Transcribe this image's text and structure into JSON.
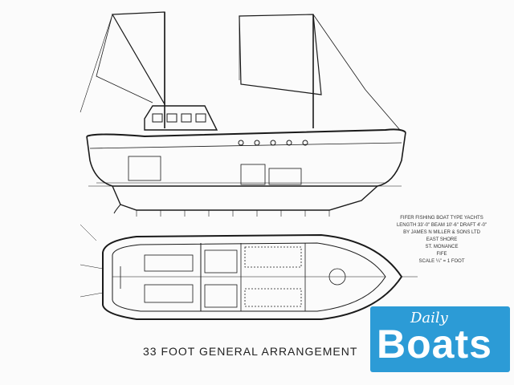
{
  "caption": "33 FOOT GENERAL ARRANGEMENT",
  "spec": {
    "line1": "FIFER FISHING BOAT TYPE YACHTS",
    "line2": "LENGTH 33'-0\" BEAM 10'-6\" DRAFT 4'-0\"",
    "line3": "BY JAMES N MILLER & SONS LTD",
    "line4": "EAST SHORE",
    "line5": "ST. MONANCE",
    "line6": "FIFE",
    "line7": "SCALE ¼\" = 1 FOOT"
  },
  "badge": {
    "daily": "Daily",
    "boats": "Boats",
    "color": "#2c9bd6"
  }
}
